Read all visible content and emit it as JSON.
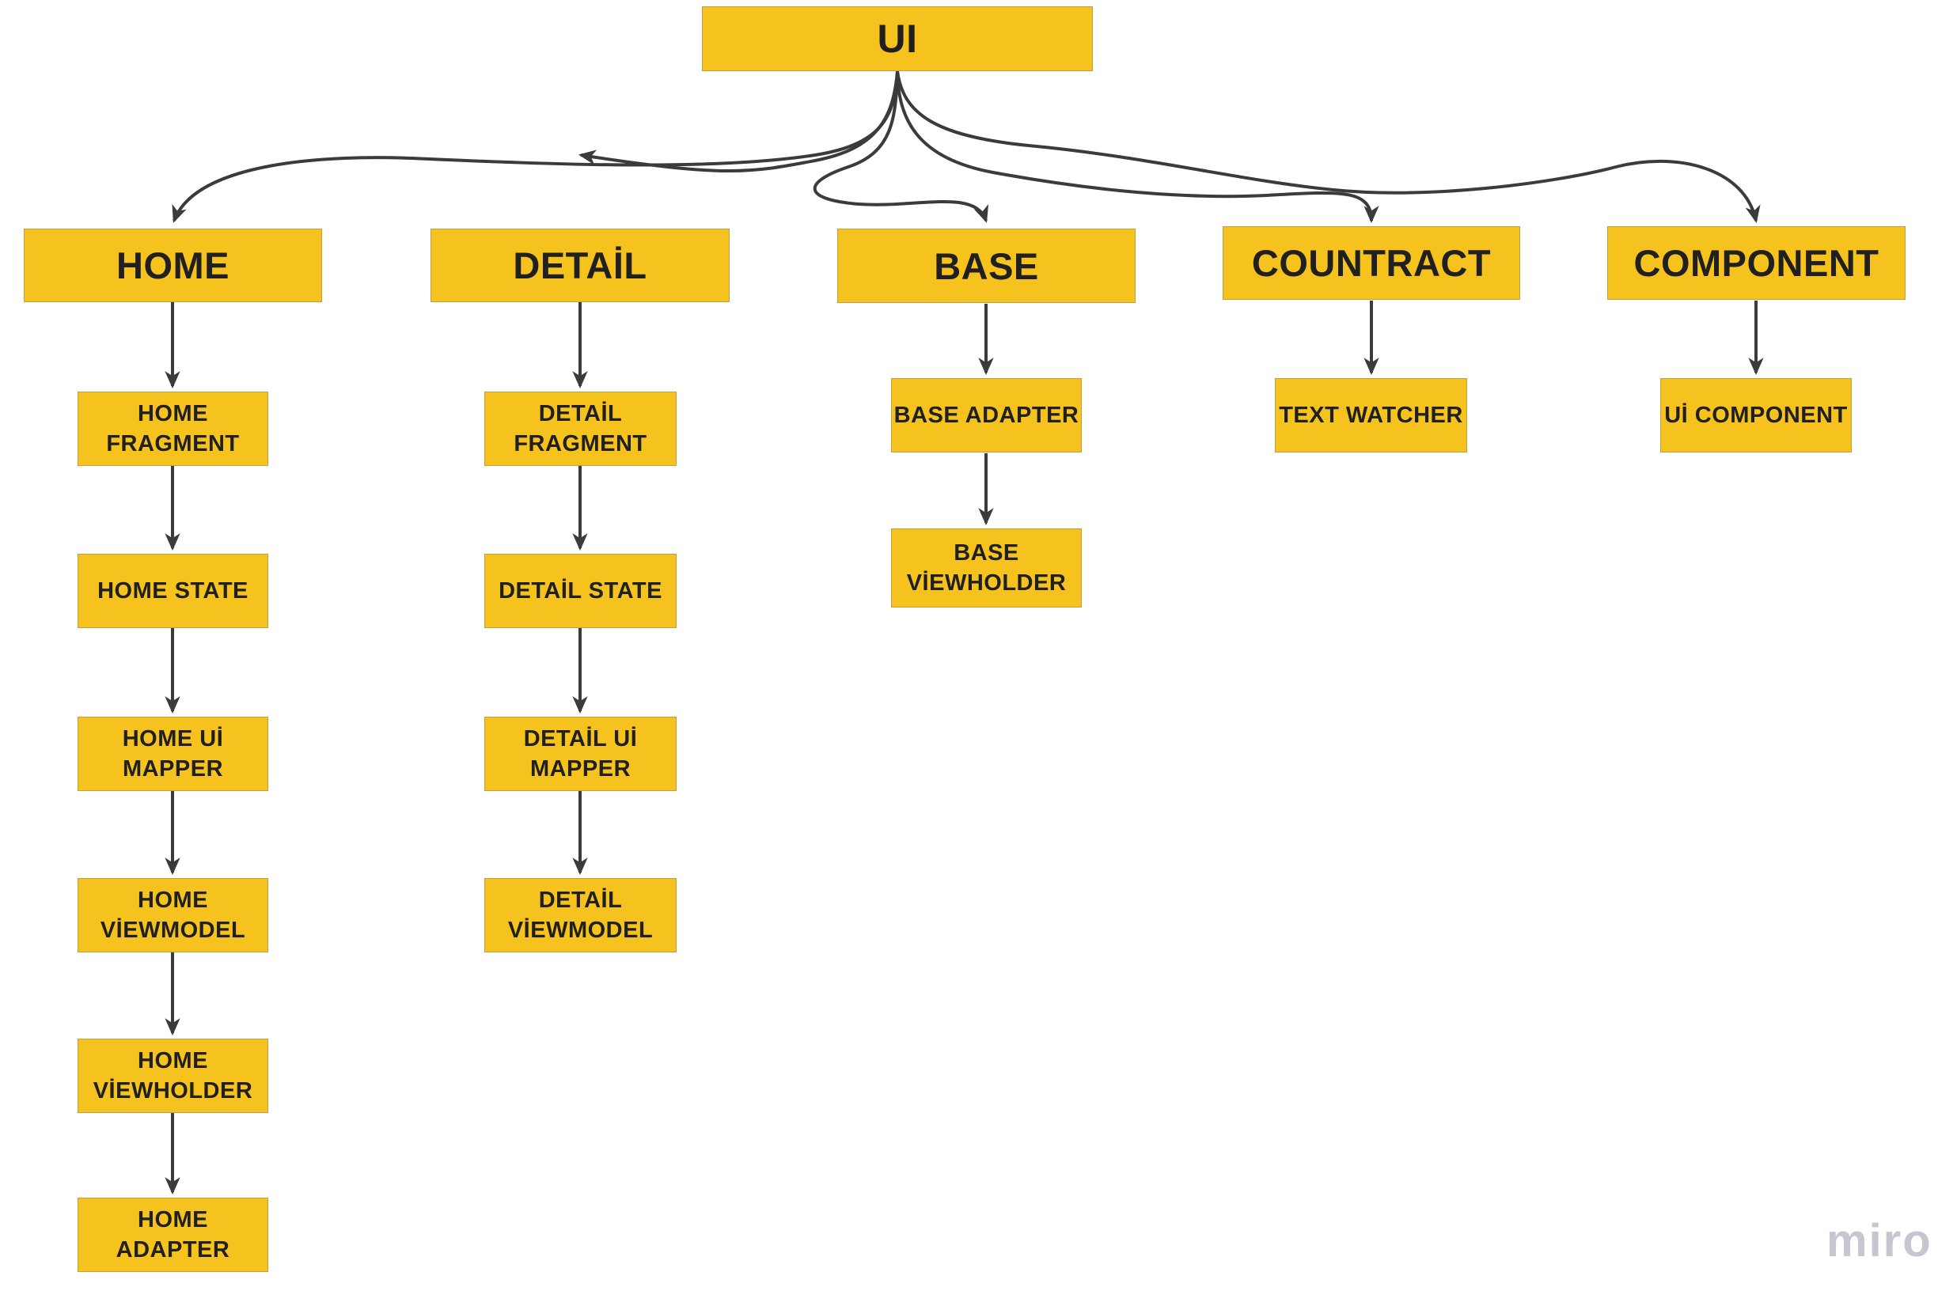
{
  "colors": {
    "background": "#ffffff",
    "box_fill": "#f6c21d",
    "box_border": "#c0a045",
    "arrow": "#3b3b3b",
    "text": "#202020",
    "watermark": "#c6c6d1"
  },
  "root": {
    "label": "UI"
  },
  "columns": [
    {
      "header": "HOME",
      "children": [
        "HOME\nFRAGMENT",
        "HOME STATE",
        "HOME Uİ MAPPER",
        "HOME\nVİEWMODEL",
        "HOME\nVİEWHOLDER",
        "HOME ADAPTER"
      ]
    },
    {
      "header": "DETAİL",
      "children": [
        "DETAİL\nFRAGMENT",
        "DETAİL STATE",
        "DETAİL Uİ\nMAPPER",
        "DETAİL\nVİEWMODEL"
      ]
    },
    {
      "header": "BASE",
      "children": [
        "BASE ADAPTER",
        "BASE\nVİEWHOLDER"
      ]
    },
    {
      "header": "COUNTRACT",
      "children": [
        "TEXT WATCHER"
      ]
    },
    {
      "header": "COMPONENT",
      "children": [
        "Uİ COMPONENT"
      ]
    }
  ],
  "watermark": "miro"
}
